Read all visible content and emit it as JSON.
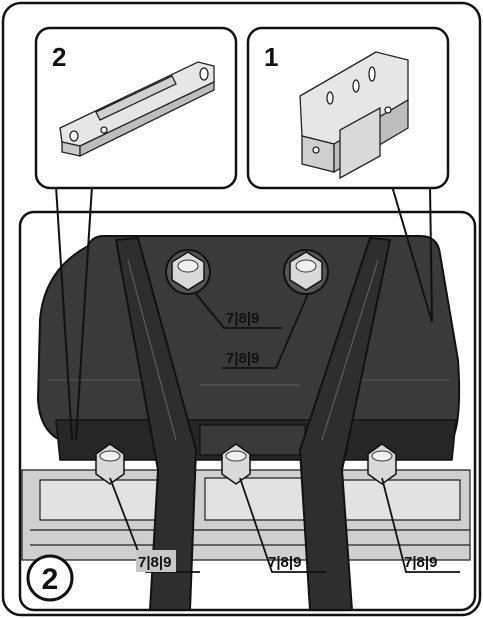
{
  "callouts": [
    {
      "part_number": "2"
    },
    {
      "part_number": "1"
    }
  ],
  "step_number": "2",
  "torque_labels": [
    "7|8|9",
    "7|8|9",
    "7|8|9",
    "7|8|9",
    "7|8|9"
  ],
  "colors": {
    "plate": "#3a3a3a",
    "plate_dark": "#262626",
    "bracket": "#e6e6e6",
    "frame": "#bfbfbf",
    "bolt": "#d9d9d9",
    "outline": "#111111",
    "highlight": "#c8c8c8"
  }
}
